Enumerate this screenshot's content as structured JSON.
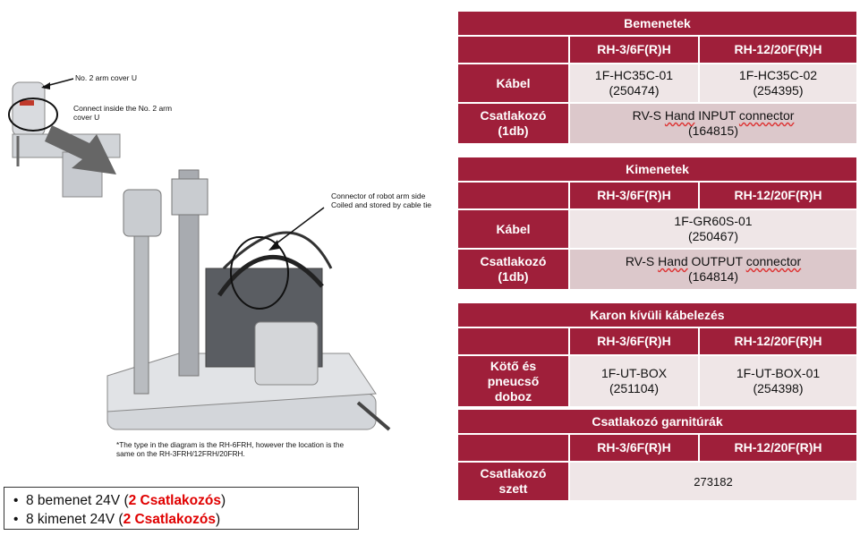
{
  "figure": {
    "note_cover": "No. 2 arm cover U",
    "note_connect_inside": "Connect inside the No. 2 arm\ncover U",
    "note_connector": "Connector of robot arm side\n Coiled and stored by cable tie",
    "note_diagram": "*The type in the diagram is the RH-6FRH, however the location is the\nsame on the RH-3FRH/12FRH/20FRH."
  },
  "bullets": [
    {
      "prefix": "8 bemenet 24V (",
      "highlight": "2 Csatlakozós",
      "suffix": ")"
    },
    {
      "prefix": "8 kimenet 24V (",
      "highlight": "2 Csatlakozós",
      "suffix": ")"
    }
  ],
  "tables": {
    "inputs": {
      "title": "Bemenetek",
      "col1": "RH-3/6F(R)H",
      "col2": "RH-12/20F(R)H",
      "row1_label": "Kábel",
      "row1_val1": "1F-HC35C-01\n(250474)",
      "row1_val2": "1F-HC35C-02\n(254395)",
      "row2_label": "Csatlakozó\n(1db)",
      "row2_pre": "RV-S ",
      "row2_w1": "Hand",
      "row2_mid": " INPUT ",
      "row2_w2": "connector",
      "row2_code": "(164815)"
    },
    "outputs": {
      "title": "Kimenetek",
      "col1": "RH-3/6F(R)H",
      "col2": "RH-12/20F(R)H",
      "row1_label": "Kábel",
      "row1_val": "1F-GR60S-01\n(250467)",
      "row2_label": "Csatlakozó\n(1db)",
      "row2_pre": "RV-S ",
      "row2_w1": "Hand",
      "row2_mid": " OUTPUT ",
      "row2_w2": "connector",
      "row2_code": "(164814)"
    },
    "external": {
      "title": "Karon kívüli kábelezés",
      "col1": "RH-3/6F(R)H",
      "col2": "RH-12/20F(R)H",
      "row1_label": "Kötő és\npneucső\ndoboz",
      "row1_val1": "1F-UT-BOX\n(251104)",
      "row1_val2": "1F-UT-BOX-01\n(254398)"
    },
    "sets": {
      "title": "Csatlakozó garnitúrák",
      "col1": "RH-3/6F(R)H",
      "col2": "RH-12/20F(R)H",
      "row1_label": "Csatlakozó\nszett",
      "row1_val": "273182"
    }
  }
}
